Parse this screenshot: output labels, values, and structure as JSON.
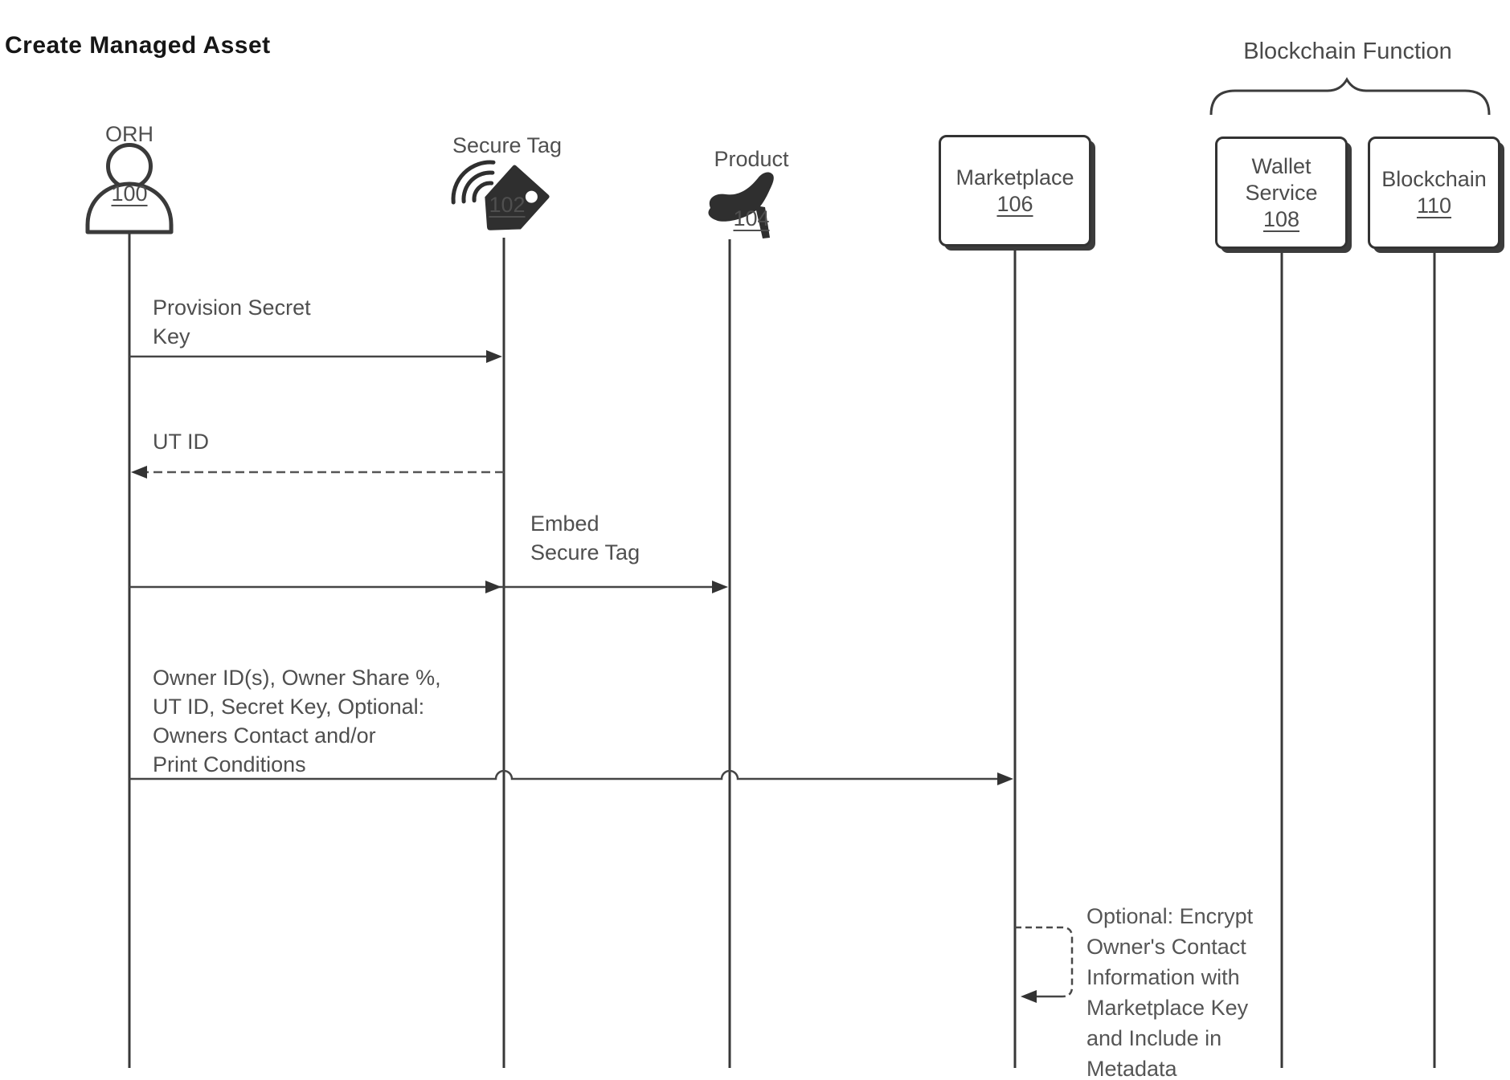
{
  "title": "Create Managed Asset",
  "group": {
    "label": "Blockchain Function"
  },
  "participants": {
    "orh": {
      "name": "ORH",
      "ref": "100"
    },
    "secure_tag": {
      "name": "Secure Tag",
      "ref": "102"
    },
    "product": {
      "name": "Product",
      "ref": "104"
    },
    "marketplace": {
      "name": "Marketplace",
      "ref": "106"
    },
    "wallet": {
      "name": "Wallet\nService",
      "ref": "108"
    },
    "blockchain": {
      "name": "Blockchain",
      "ref": "110"
    }
  },
  "messages": {
    "provision_secret_key": "Provision Secret\nKey",
    "ut_id": "UT ID",
    "embed_secure_tag": "Embed\nSecure Tag",
    "owner_details": "Owner ID(s), Owner Share %,\nUT ID, Secret Key, Optional:\nOwners Contact and/or\nPrint Conditions",
    "encrypt_note": "Optional: Encrypt\nOwner's Contact\nInformation with\nMarketplace Key\nand Include in\nMetadata"
  },
  "icons": {
    "orh": "person-icon",
    "secure_tag": "rfid-tag-icon",
    "secure_tag_waves": "wireless-waves-icon",
    "product": "high-heel-shoe-icon"
  },
  "colors": {
    "background": "#ffffff",
    "line": "#3c3c3c",
    "arrow": "#454545",
    "text": "#4f4f4f",
    "title": "#161616",
    "icon_fill": "#2f2f2f"
  }
}
